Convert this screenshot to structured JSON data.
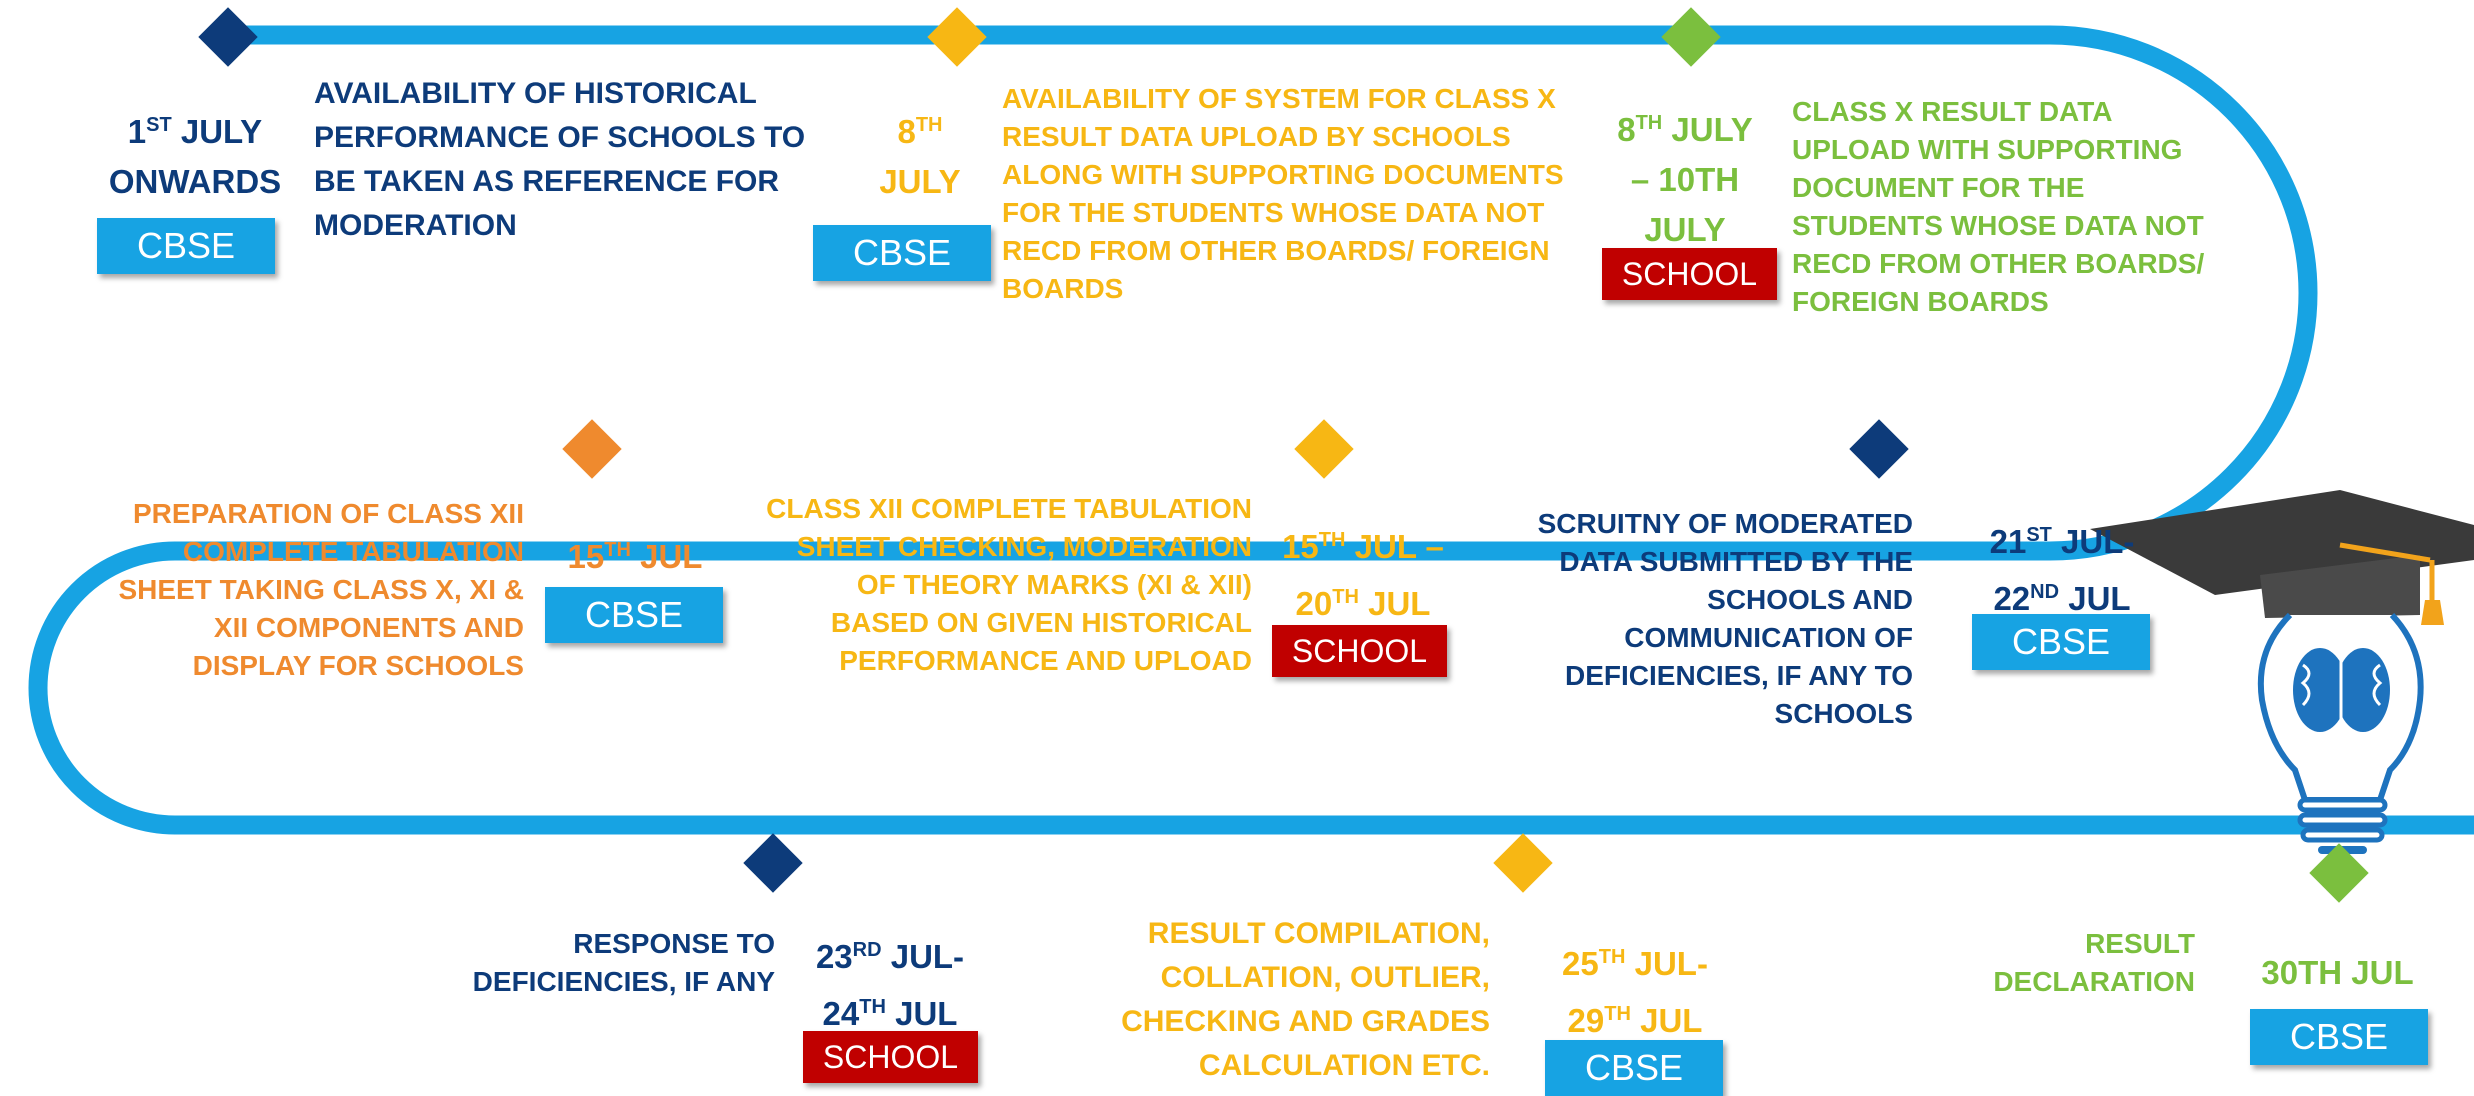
{
  "colors": {
    "road": "#17a3e3",
    "navy": "#0d3b7a",
    "gold": "#f7b714",
    "green": "#7bbf3e",
    "orange": "#ef8a2e",
    "cbse_badge": "#17a3e3",
    "school_badge": "#c00000"
  },
  "icon": "graduation-cap-lightbulb-brain-icon",
  "milestones": [
    {
      "date_line1": "1",
      "date_sup1": "ST",
      "date_rest1": " JULY",
      "date_line2": "ONWARDS",
      "text": "AVAILABILITY OF HISTORICAL PERFORMANCE OF SCHOOLS TO BE TAKEN AS REFERENCE FOR MODERATION",
      "owner": "CBSE"
    },
    {
      "date_line1": "8",
      "date_sup1": "TH",
      "date_rest1": "",
      "date_line2": "JULY",
      "text": "AVAILABILITY OF SYSTEM FOR CLASS X RESULT DATA UPLOAD BY SCHOOLS ALONG WITH SUPPORTING DOCUMENTS FOR THE STUDENTS WHOSE DATA NOT RECD FROM OTHER BOARDS/ FOREIGN BOARDS",
      "owner": "CBSE"
    },
    {
      "date_line1": "8",
      "date_sup1": "TH",
      "date_rest1": " JULY",
      "date_line2": "– 10TH",
      "date_line3": "JULY",
      "text": "CLASS X RESULT DATA UPLOAD WITH SUPPORTING DOCUMENT FOR THE STUDENTS WHOSE DATA NOT RECD FROM OTHER BOARDS/ FOREIGN BOARDS",
      "owner": "SCHOOL"
    },
    {
      "date_line1": "21",
      "date_sup1": "ST",
      "date_rest1": " JUL-",
      "date_line2": "22",
      "date_sup2": "ND",
      "date_rest2": " JUL",
      "text": "SCRUITNY OF MODERATED DATA SUBMITTED BY THE SCHOOLS AND COMMUNICATION OF DEFICIENCIES, IF ANY TO SCHOOLS",
      "owner": "CBSE"
    },
    {
      "date_line1": "15",
      "date_sup1": "TH",
      "date_rest1": " JUL –",
      "date_line2": "20",
      "date_sup2": "TH",
      "date_rest2": " JUL",
      "text": "CLASS XII COMPLETE TABULATION SHEET CHECKING, MODERATION OF THEORY MARKS (XI & XII) BASED ON GIVEN HISTORICAL PERFORMANCE AND UPLOAD",
      "owner": "SCHOOL"
    },
    {
      "date_line1": "15",
      "date_sup1": "TH",
      "date_rest1": "  JUL",
      "text": "PREPARATION OF CLASS XII COMPLETE TABULATION SHEET TAKING CLASS X, XI & XII COMPONENTS AND DISPLAY FOR SCHOOLS",
      "owner": "CBSE"
    },
    {
      "date_line1": "23",
      "date_sup1": "RD",
      "date_rest1": "  JUL-",
      "date_line2": "24",
      "date_sup2": "TH",
      "date_rest2": "  JUL",
      "text": "RESPONSE TO DEFICIENCIES, IF ANY",
      "owner": "SCHOOL"
    },
    {
      "date_line1": "25",
      "date_sup1": "TH",
      "date_rest1": "  JUL-",
      "date_line2": "29",
      "date_sup2": "TH",
      "date_rest2": "  JUL",
      "text": "RESULT COMPILATION, COLLATION, OUTLIER, CHECKING AND GRADES CALCULATION ETC.",
      "owner": "CBSE"
    },
    {
      "date_line1": "30TH JUL",
      "text": "RESULT DECLARATION",
      "owner": "CBSE"
    }
  ]
}
